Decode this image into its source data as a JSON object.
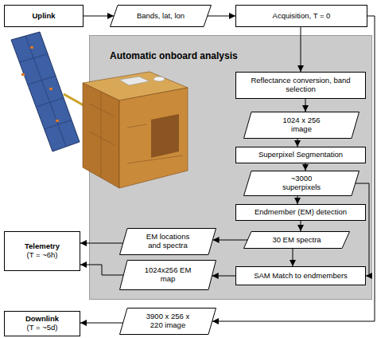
{
  "diagram": {
    "nodes": [
      {
        "text": [
          "Uplink"
        ]
      },
      {
        "text": [
          "Bands, lat, lon"
        ]
      },
      {
        "text": [
          "Acquisition, T = 0"
        ]
      },
      {
        "text": [
          "Automatic onboard analysis"
        ]
      },
      {
        "text": [
          "Reflectance conversion, band selection"
        ],
        "in": 3
      },
      {
        "text": [
          "1024 x 256 image"
        ],
        "in": 3
      },
      {
        "text": [
          "Superpixel Segmentation"
        ],
        "in": 3
      },
      {
        "text": [
          "~3000 superpixels"
        ],
        "in": 3
      },
      {
        "text": [
          "Endmember (EM) detection"
        ],
        "in": 3
      },
      {
        "text": [
          "Telemetry",
          "(T = ~6h)"
        ]
      },
      {
        "text": [
          "EM locations and spectra"
        ],
        "in": 3
      },
      {
        "text": [
          "30 EM spectra"
        ],
        "in": 3
      },
      {
        "text": [
          "1024x256 EM map"
        ],
        "in": 3
      },
      {
        "text": [
          "SAM Match to endmembers"
        ],
        "in": 3
      },
      {
        "text": [
          "Downlink",
          "(T = ~5d)"
        ]
      },
      {
        "text": [
          "3900 x 256 x 220 image"
        ]
      }
    ],
    "edges": [
      {
        "from": 0,
        "to": 1,
        "arrow": "to"
      },
      {
        "from": 1,
        "to": 2,
        "arrow": "to"
      },
      {
        "from": 2,
        "to": 4,
        "arrow": "to"
      },
      {
        "from": 4,
        "to": 5,
        "arrow": "to"
      },
      {
        "from": 5,
        "to": 6,
        "arrow": "to"
      },
      {
        "from": 6,
        "to": 7,
        "arrow": "to"
      },
      {
        "from": 7,
        "to": 8,
        "arrow": "to"
      },
      {
        "from": 8,
        "to": 11,
        "arrow": "to"
      },
      {
        "from": 11,
        "to": 10,
        "arrow": "to"
      },
      {
        "from": 7,
        "to": 13,
        "arrow": "to"
      },
      {
        "from": 11,
        "to": 13,
        "arrow": "to"
      },
      {
        "from": 13,
        "to": 12,
        "arrow": "to"
      },
      {
        "from": 10,
        "to": 9,
        "arrow": "to"
      },
      {
        "from": 12,
        "to": 9,
        "arrow": "to"
      },
      {
        "from": 2,
        "to": 15,
        "arrow": "to"
      },
      {
        "from": 15,
        "to": 14,
        "arrow": "to"
      }
    ]
  }
}
